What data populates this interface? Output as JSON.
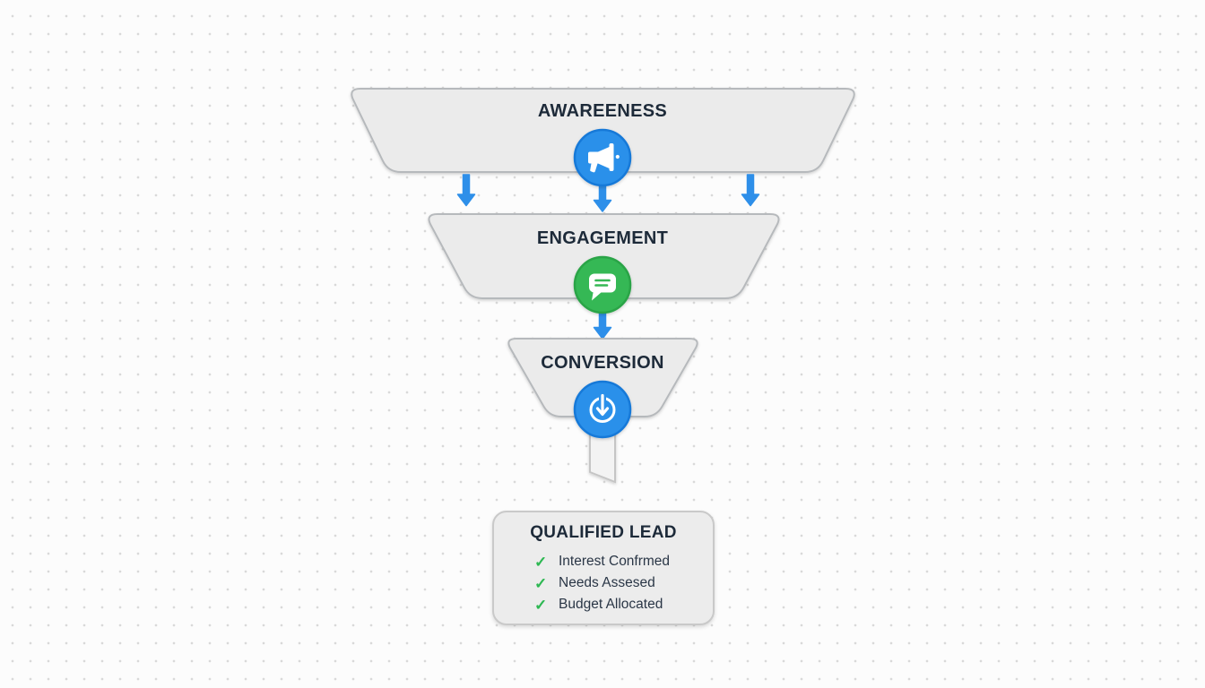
{
  "colors": {
    "background": "#fcfcfc",
    "dot_grid": "#d9d9d9",
    "shape_fill": "#ebebeb",
    "shape_border": "#b6b9bc",
    "arrow_blue": "#2e8fe9",
    "circle_blue": "#2b90ea",
    "circle_blue_border": "#1679d8",
    "circle_green": "#36b854",
    "circle_green_border": "#29a446",
    "heading_text": "#1d2a39",
    "item_text": "#2a3646",
    "check_green": "#2db852"
  },
  "funnel": {
    "stages": [
      {
        "label": "AWAREENESS",
        "icon": "megaphone-icon"
      },
      {
        "label": "ENGAGEMENT",
        "icon": "chat-bubble-icon"
      },
      {
        "label": "CONVERSION",
        "icon": "download-arrow-icon"
      }
    ],
    "check_icon": "✓",
    "result_card": {
      "title": "QUALIFIED LEAD",
      "items": [
        "Interest Confrmed",
        "Needs Assesed",
        "Budget Allocated"
      ]
    }
  }
}
